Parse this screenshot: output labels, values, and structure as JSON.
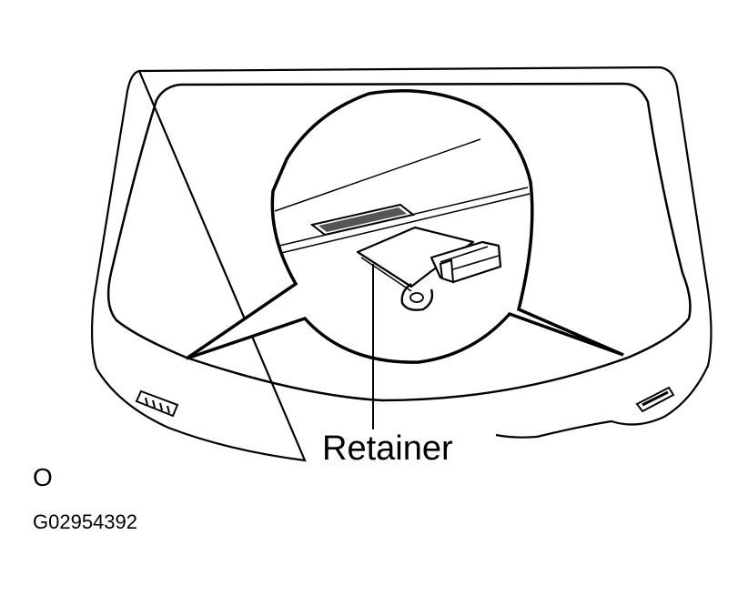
{
  "diagram": {
    "callout_label": "Retainer",
    "corner_mark": "O",
    "figure_id": "G02954392",
    "colors": {
      "ink": "#000000",
      "paper": "#ffffff"
    }
  }
}
